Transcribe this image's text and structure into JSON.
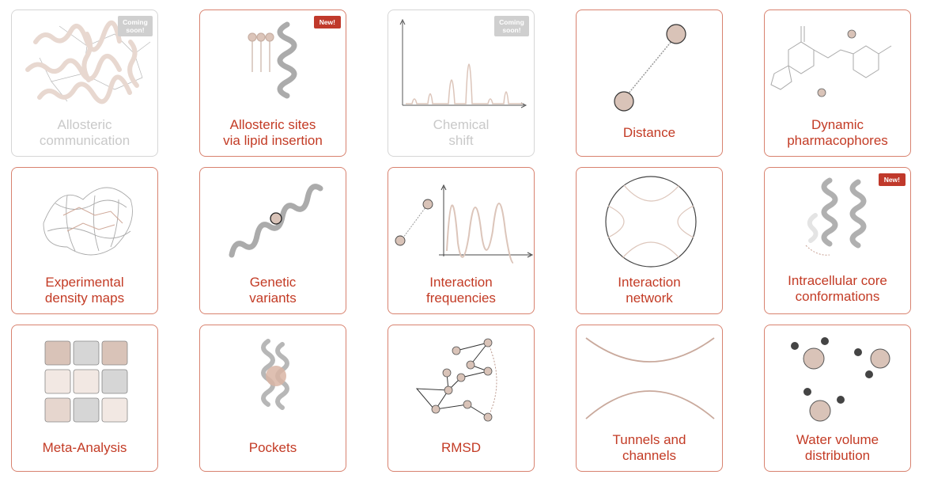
{
  "colors": {
    "accent": "#c33b25",
    "border": "#d8826f",
    "disabled": "#c9c9c9",
    "tan": "#d9c3b8"
  },
  "cards": [
    {
      "label1": "Allosteric",
      "label2": "communication",
      "badge": "Coming soon!"
    },
    {
      "label1": "Allosteric sites",
      "label2": "via lipid insertion",
      "badge": "New!"
    },
    {
      "label1": "Chemical",
      "label2": "shift",
      "badge": "Coming soon!"
    },
    {
      "label1": "Distance",
      "label2": ""
    },
    {
      "label1": "Dynamic",
      "label2": "pharmacophores"
    },
    {
      "label1": "Experimental",
      "label2": "density maps"
    },
    {
      "label1": "Genetic",
      "label2": "variants"
    },
    {
      "label1": "Interaction",
      "label2": "frequencies"
    },
    {
      "label1": "Interaction",
      "label2": "network"
    },
    {
      "label1": "Intracellular core",
      "label2": "conformations",
      "badge": "New!"
    },
    {
      "label1": "Meta-Analysis",
      "label2": ""
    },
    {
      "label1": "Pockets",
      "label2": ""
    },
    {
      "label1": "RMSD",
      "label2": ""
    },
    {
      "label1": "Tunnels and",
      "label2": "channels"
    },
    {
      "label1": "Water volume",
      "label2": "distribution"
    }
  ]
}
